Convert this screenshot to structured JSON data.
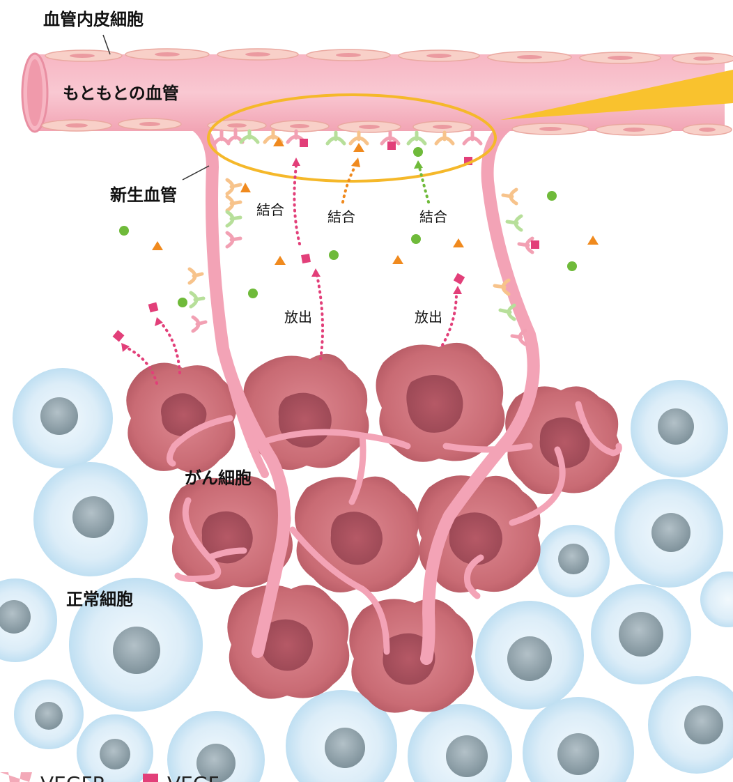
{
  "labels": {
    "endothelial_cell": "血管内皮細胞",
    "original_vessel": "もともとの血管",
    "new_vessel": "新生血管",
    "binding": "結合",
    "release": "放出",
    "cancer_cell": "がん細胞",
    "normal_cell": "正常細胞"
  },
  "legend": {
    "receptor": "VEGFR",
    "ligand": "VEGF"
  },
  "colors": {
    "vessel": "#f3a9b8",
    "endothelium": "#f7c9c0",
    "cancer": "#c96b74",
    "normal_cell": "#cfe8f6",
    "nucleus": "#95a6ae",
    "vegf_magenta": "#e23f79",
    "orange": "#f08a1e",
    "green": "#6fba3a",
    "highlight": "#f5b82a"
  }
}
